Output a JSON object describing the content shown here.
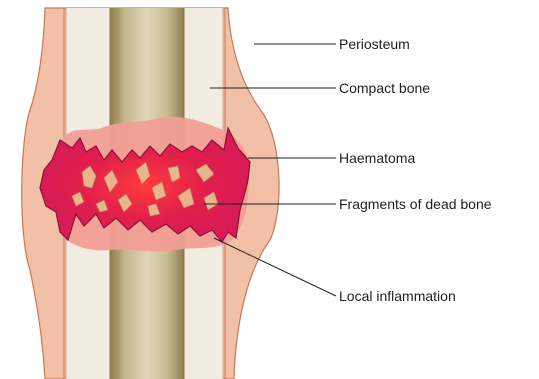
{
  "diagram": {
    "colors": {
      "periosteum_fill": "#f2c0a6",
      "periosteum_stroke": "#c8785a",
      "compact_bone": "#f2ebe2",
      "marrow_light": "#dcd3b6",
      "marrow_dark": "#a4915f",
      "haematoma": "#d81b55",
      "haematoma_stroke": "#8e0f36",
      "inflammation": "#f19e93",
      "dead_bone": "#e8b48c"
    },
    "labels": {
      "periosteum": "Periosteum",
      "compact_bone": "Compact bone",
      "haematoma": "Haematoma",
      "fragments": "Fragments of dead bone",
      "inflammation": "Local inflammation"
    }
  }
}
